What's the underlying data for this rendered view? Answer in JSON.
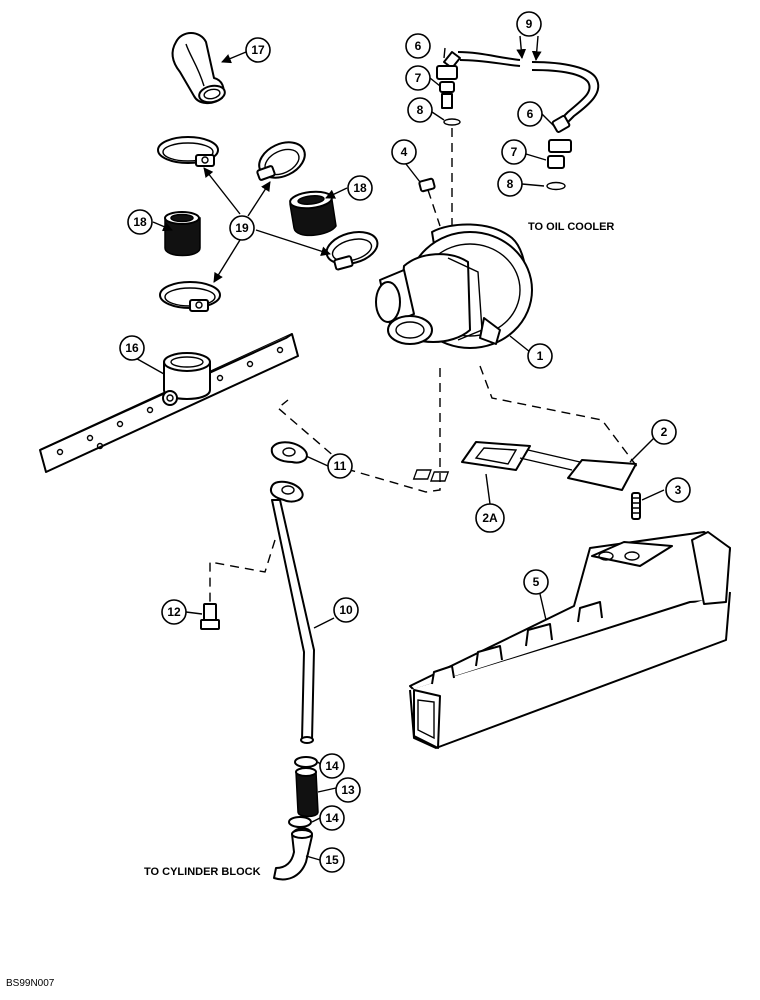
{
  "labels": {
    "to_oil_cooler": "TO OIL COOLER",
    "to_cylinder_block": "TO CYLINDER BLOCK",
    "figure_code": "BS99N007"
  },
  "callouts": {
    "c1": "1",
    "c2": "2",
    "c2a": "2A",
    "c3": "3",
    "c4": "4",
    "c5": "5",
    "c6a": "6",
    "c6b": "6",
    "c7a": "7",
    "c7b": "7",
    "c8a": "8",
    "c8b": "8",
    "c9": "9",
    "c10": "10",
    "c11": "11",
    "c12": "12",
    "c13": "13",
    "c14a": "14",
    "c14b": "14",
    "c15": "15",
    "c16": "16",
    "c17": "17",
    "c18a": "18",
    "c18b": "18",
    "c19": "19"
  }
}
